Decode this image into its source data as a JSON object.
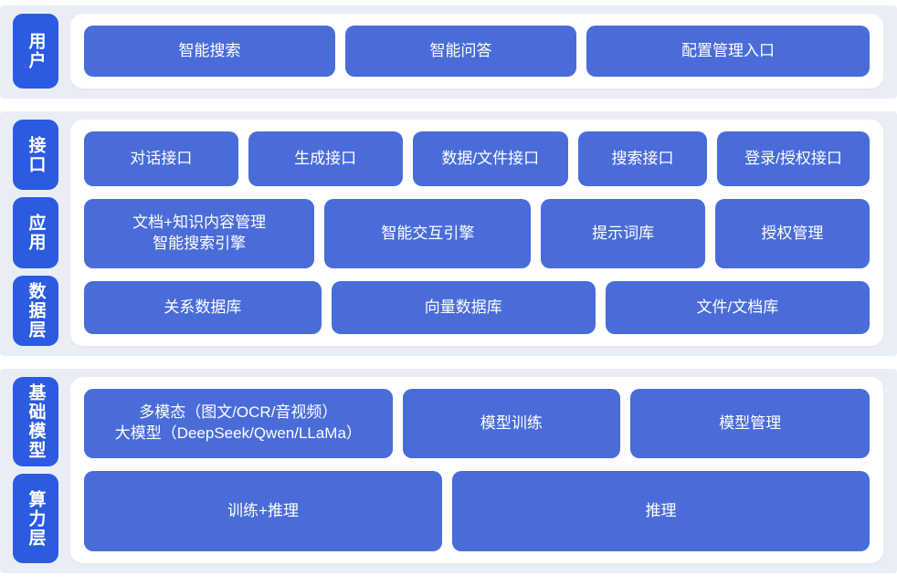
{
  "colors": {
    "pill": "#2a5be0",
    "node": "#4a6cd9",
    "band": "#e9eef6",
    "panel": "#ffffff",
    "text": "#ffffff",
    "page": "#ffffff"
  },
  "bands": [
    {
      "labels": [
        {
          "text": "用户"
        }
      ],
      "rows": [
        {
          "buttons": [
            {
              "label": "智能搜索"
            },
            {
              "label": "智能问答"
            },
            {
              "label": "配置管理入口"
            }
          ]
        }
      ]
    },
    {
      "labels": [
        {
          "text": "接口"
        },
        {
          "text": "应用"
        },
        {
          "text": "数据层"
        }
      ],
      "rows": [
        {
          "buttons": [
            {
              "label": "对话接口"
            },
            {
              "label": "生成接口"
            },
            {
              "label": "数据/文件接口"
            },
            {
              "label": "搜索接口"
            },
            {
              "label": "登录/授权接口"
            }
          ]
        },
        {
          "buttons": [
            {
              "line1": "文档+知识内容管理",
              "line2": "智能搜索引擎"
            },
            {
              "label": "智能交互引擎"
            },
            {
              "label": "提示词库"
            },
            {
              "label": "授权管理"
            }
          ]
        },
        {
          "buttons": [
            {
              "label": "关系数据库"
            },
            {
              "label": "向量数据库"
            },
            {
              "label": "文件/文档库"
            }
          ]
        }
      ]
    },
    {
      "labels": [
        {
          "text": "基础模型"
        },
        {
          "text": "算力层"
        }
      ],
      "rows": [
        {
          "buttons": [
            {
              "line1": "多模态（图文/OCR/音视频）",
              "line2": "大模型（DeepSeek/Qwen/LLaMa）"
            },
            {
              "label": "模型训练"
            },
            {
              "label": "模型管理"
            }
          ]
        },
        {
          "buttons": [
            {
              "label": "训练+推理"
            },
            {
              "label": "推理"
            }
          ]
        }
      ]
    }
  ]
}
